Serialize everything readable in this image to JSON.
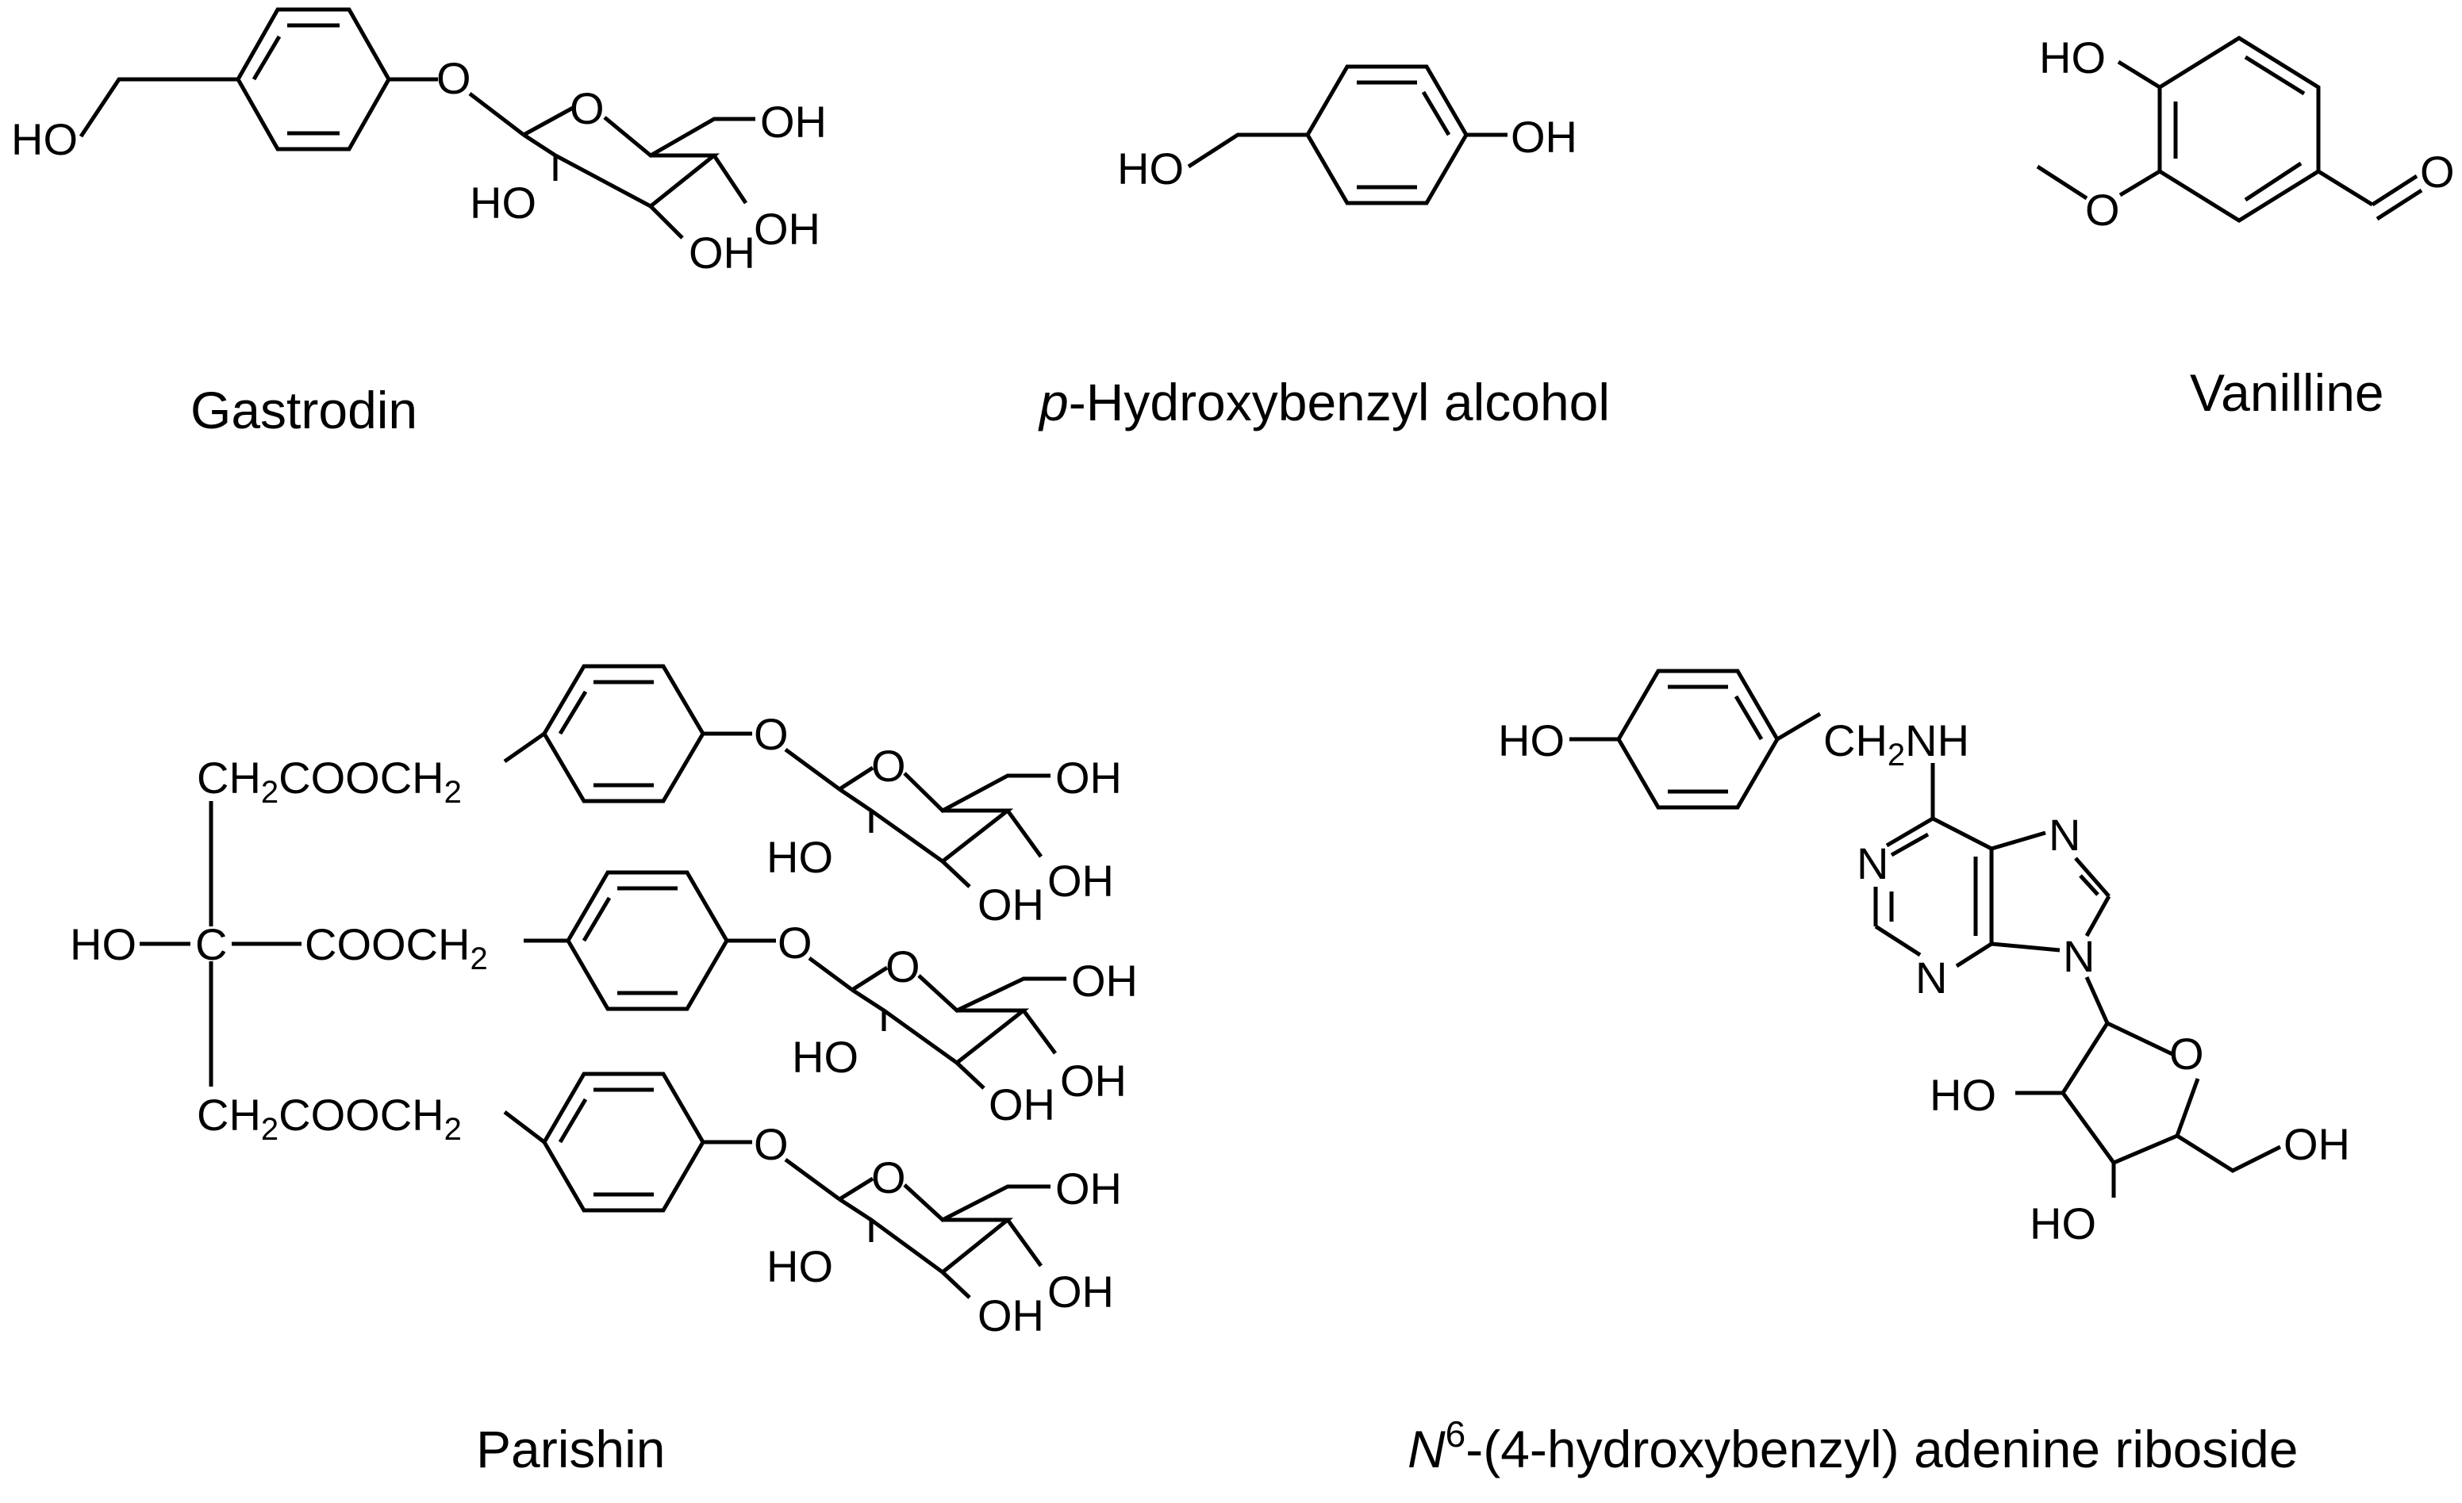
{
  "compounds": [
    {
      "id": "gastrodin",
      "name_parts": [
        "Gastrodin"
      ]
    },
    {
      "id": "p-hydroxybenzyl-alcohol",
      "name_parts": [
        "p",
        "-Hydroxybenzyl alcohol"
      ]
    },
    {
      "id": "vanilline",
      "name_parts": [
        "Vanilline"
      ]
    },
    {
      "id": "parishin",
      "name_parts": [
        "Parishin"
      ]
    },
    {
      "id": "n6-hba-riboside",
      "name_parts": [
        "N",
        "6",
        "-(4-hydroxybenzyl) adenine riboside"
      ]
    }
  ],
  "atoms": {
    "ho": "HO",
    "oh": "OH",
    "o": "O",
    "n": "N",
    "c": "C",
    "ch2": "CH",
    "two": "2",
    "ch2cooch2": "CH",
    "cooch2": "COOCH",
    "nh": "NH"
  }
}
